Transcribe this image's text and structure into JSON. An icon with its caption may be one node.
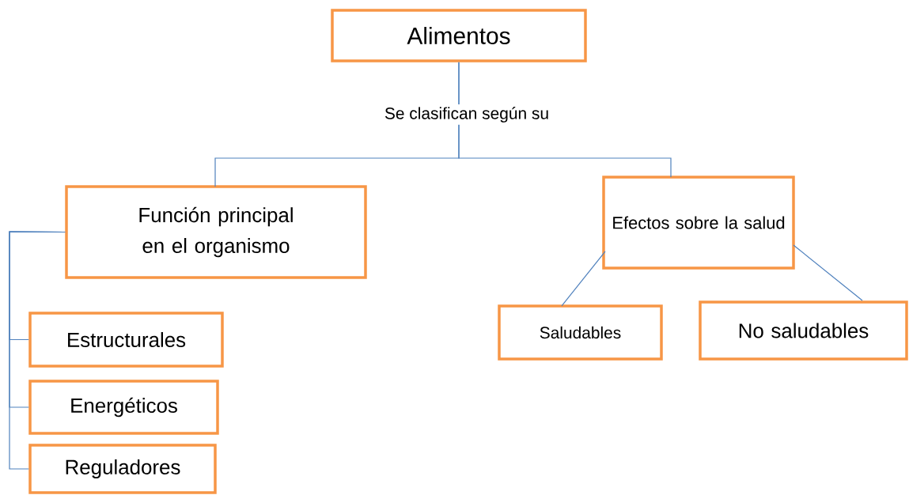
{
  "diagram": {
    "nodes": [
      {
        "text": [
          "Alimentos"
        ]
      },
      {
        "text": [
          "Función principal en el organismo"
        ]
      },
      {
        "text": [
          "Efectos sobre la salud"
        ]
      },
      {
        "text": [
          "Estructurales"
        ]
      },
      {
        "text": [
          "Energéticos"
        ]
      },
      {
        "text": [
          "Reguladores"
        ]
      },
      {
        "text": [
          "Saludables"
        ]
      },
      {
        "text": [
          "No saludables"
        ]
      }
    ],
    "edges": [
      {
        "from": 0,
        "to": 1,
        "arrow": "none",
        "label": "Se clasifican según su"
      },
      {
        "from": 0,
        "to": 2,
        "arrow": "none"
      },
      {
        "from": 1,
        "to": 3,
        "arrow": "none"
      },
      {
        "from": 1,
        "to": 4,
        "arrow": "none"
      },
      {
        "from": 1,
        "to": 5,
        "arrow": "none"
      },
      {
        "from": 2,
        "to": 6,
        "arrow": "none"
      },
      {
        "from": 2,
        "to": 7,
        "arrow": "none"
      }
    ]
  }
}
